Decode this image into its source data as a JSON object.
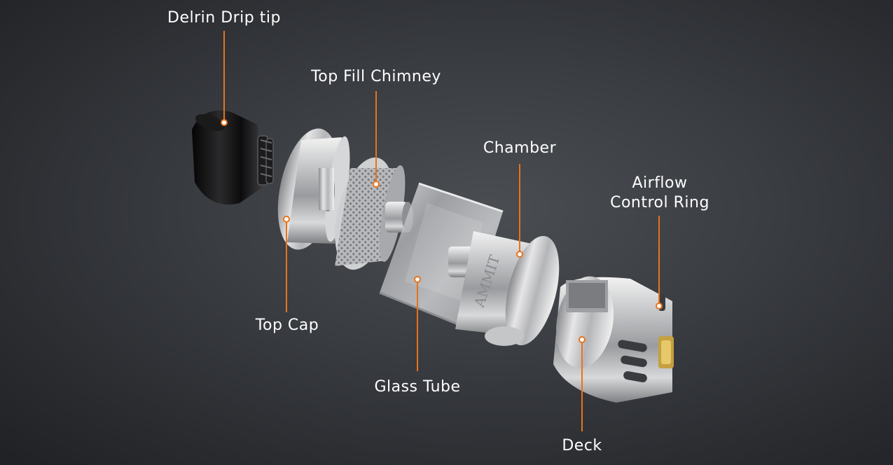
{
  "labels": {
    "drip_tip": "Delrin Drip tip",
    "top_fill_chimney": "Top Fill Chimney",
    "chamber": "Chamber",
    "airflow_line1": "Airflow",
    "airflow_line2": "Control Ring",
    "top_cap": "Top Cap",
    "glass_tube": "Glass Tube",
    "deck": "Deck"
  },
  "engravings": {
    "top_cap_text": "",
    "chamber_text": "AMMIT"
  },
  "colors": {
    "leader": "#e8731a",
    "label_text": "#ffffff",
    "background_center": "#4a4d52",
    "background_edge": "#1f2124"
  }
}
